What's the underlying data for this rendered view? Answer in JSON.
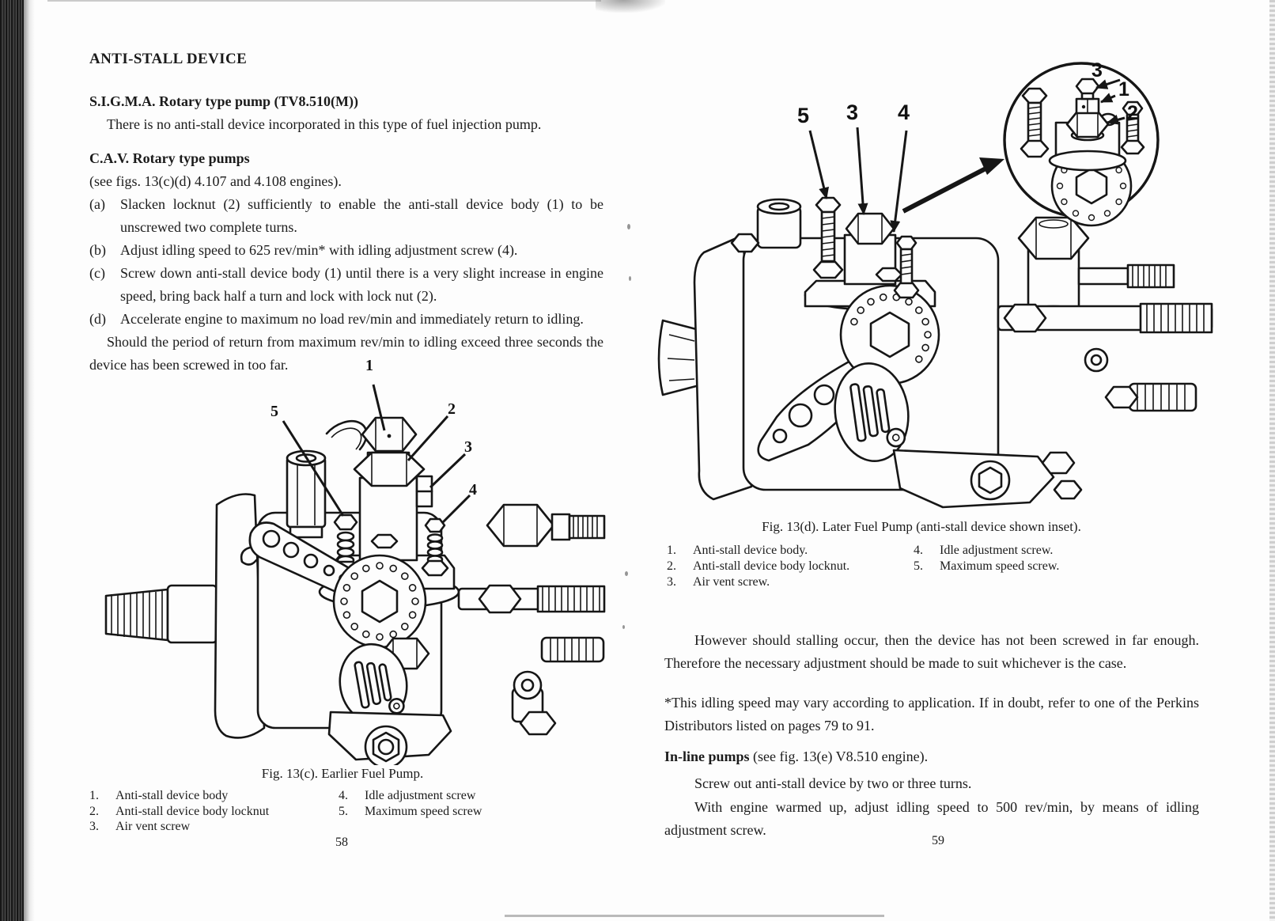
{
  "colors": {
    "paper": "#fdfdfd",
    "ink": "#1b1b1b",
    "binding": "#2a2a2a"
  },
  "page_left": {
    "page_number": "58",
    "title": "ANTI-STALL DEVICE",
    "sigma_heading": "S.I.G.M.A. Rotary type pump (TV8.510(M))",
    "sigma_body": "There is no anti-stall device incorporated in this type of fuel injection pump.",
    "cav_heading": "C.A.V. Rotary type pumps",
    "cav_intro": "(see figs. 13(c)(d) 4.107 and 4.108 engines).",
    "cav_steps": [
      {
        "label": "(a)",
        "text": "Slacken locknut (2) sufficiently to enable the anti-stall device body (1) to be unscrewed two complete turns."
      },
      {
        "label": "(b)",
        "text": "Adjust idling speed to 625 rev/min* with idling adjustment screw (4)."
      },
      {
        "label": "(c)",
        "text": "Screw down anti-stall device body (1) until there is a very slight increase in engine speed, bring back half a turn and lock with lock nut (2)."
      },
      {
        "label": "(d)",
        "text": "Accelerate engine to maximum no load rev/min and immediately return to idling."
      }
    ],
    "cav_note": "Should the period of return from maximum rev/min to idling exceed three seconds the device has been screwed in too far.",
    "figure_13c": {
      "caption": "Fig. 13(c). Earlier Fuel Pump.",
      "callouts": {
        "c1": "1",
        "c2": "2",
        "c3": "3",
        "c4": "4",
        "c5": "5"
      },
      "legend_col1": [
        {
          "num": "1.",
          "text": "Anti-stall device body"
        },
        {
          "num": "2.",
          "text": "Anti-stall device body locknut"
        },
        {
          "num": "3.",
          "text": "Air vent screw"
        }
      ],
      "legend_col2": [
        {
          "num": "4.",
          "text": "Idle adjustment screw"
        },
        {
          "num": "5.",
          "text": "Maximum speed screw"
        }
      ]
    }
  },
  "page_right": {
    "page_number": "59",
    "figure_13d": {
      "caption": "Fig. 13(d). Later Fuel Pump (anti-stall device shown inset).",
      "callouts_main": {
        "c5": "5",
        "c3": "3",
        "c4": "4"
      },
      "callouts_inset": {
        "c3": "3",
        "c1": "1",
        "c2": "2"
      },
      "legend_col1": [
        {
          "num": "1.",
          "text": "Anti-stall device body."
        },
        {
          "num": "2.",
          "text": "Anti-stall device body locknut."
        },
        {
          "num": "3.",
          "text": "Air vent screw."
        }
      ],
      "legend_col2": [
        {
          "num": "4.",
          "text": "Idle adjustment screw."
        },
        {
          "num": "5.",
          "text": "Maximum speed screw."
        }
      ]
    },
    "para_stalling": "However should stalling occur, then the device has not been screwed in far enough. Therefore the necessary adjustment should be made to suit whichever is the case.",
    "para_footnote": "*This idling speed may vary according to application. If in doubt, refer to one of the Perkins Distributors listed on pages 79 to 91.",
    "inline_heading": "In-line pumps",
    "inline_heading_rest": " (see fig. 13(e) V8.510 engine).",
    "inline_para1": "Screw out anti-stall device by two or three turns.",
    "inline_para2": "With engine warmed up, adjust idling speed to 500 rev/min, by means of idling adjustment screw."
  }
}
